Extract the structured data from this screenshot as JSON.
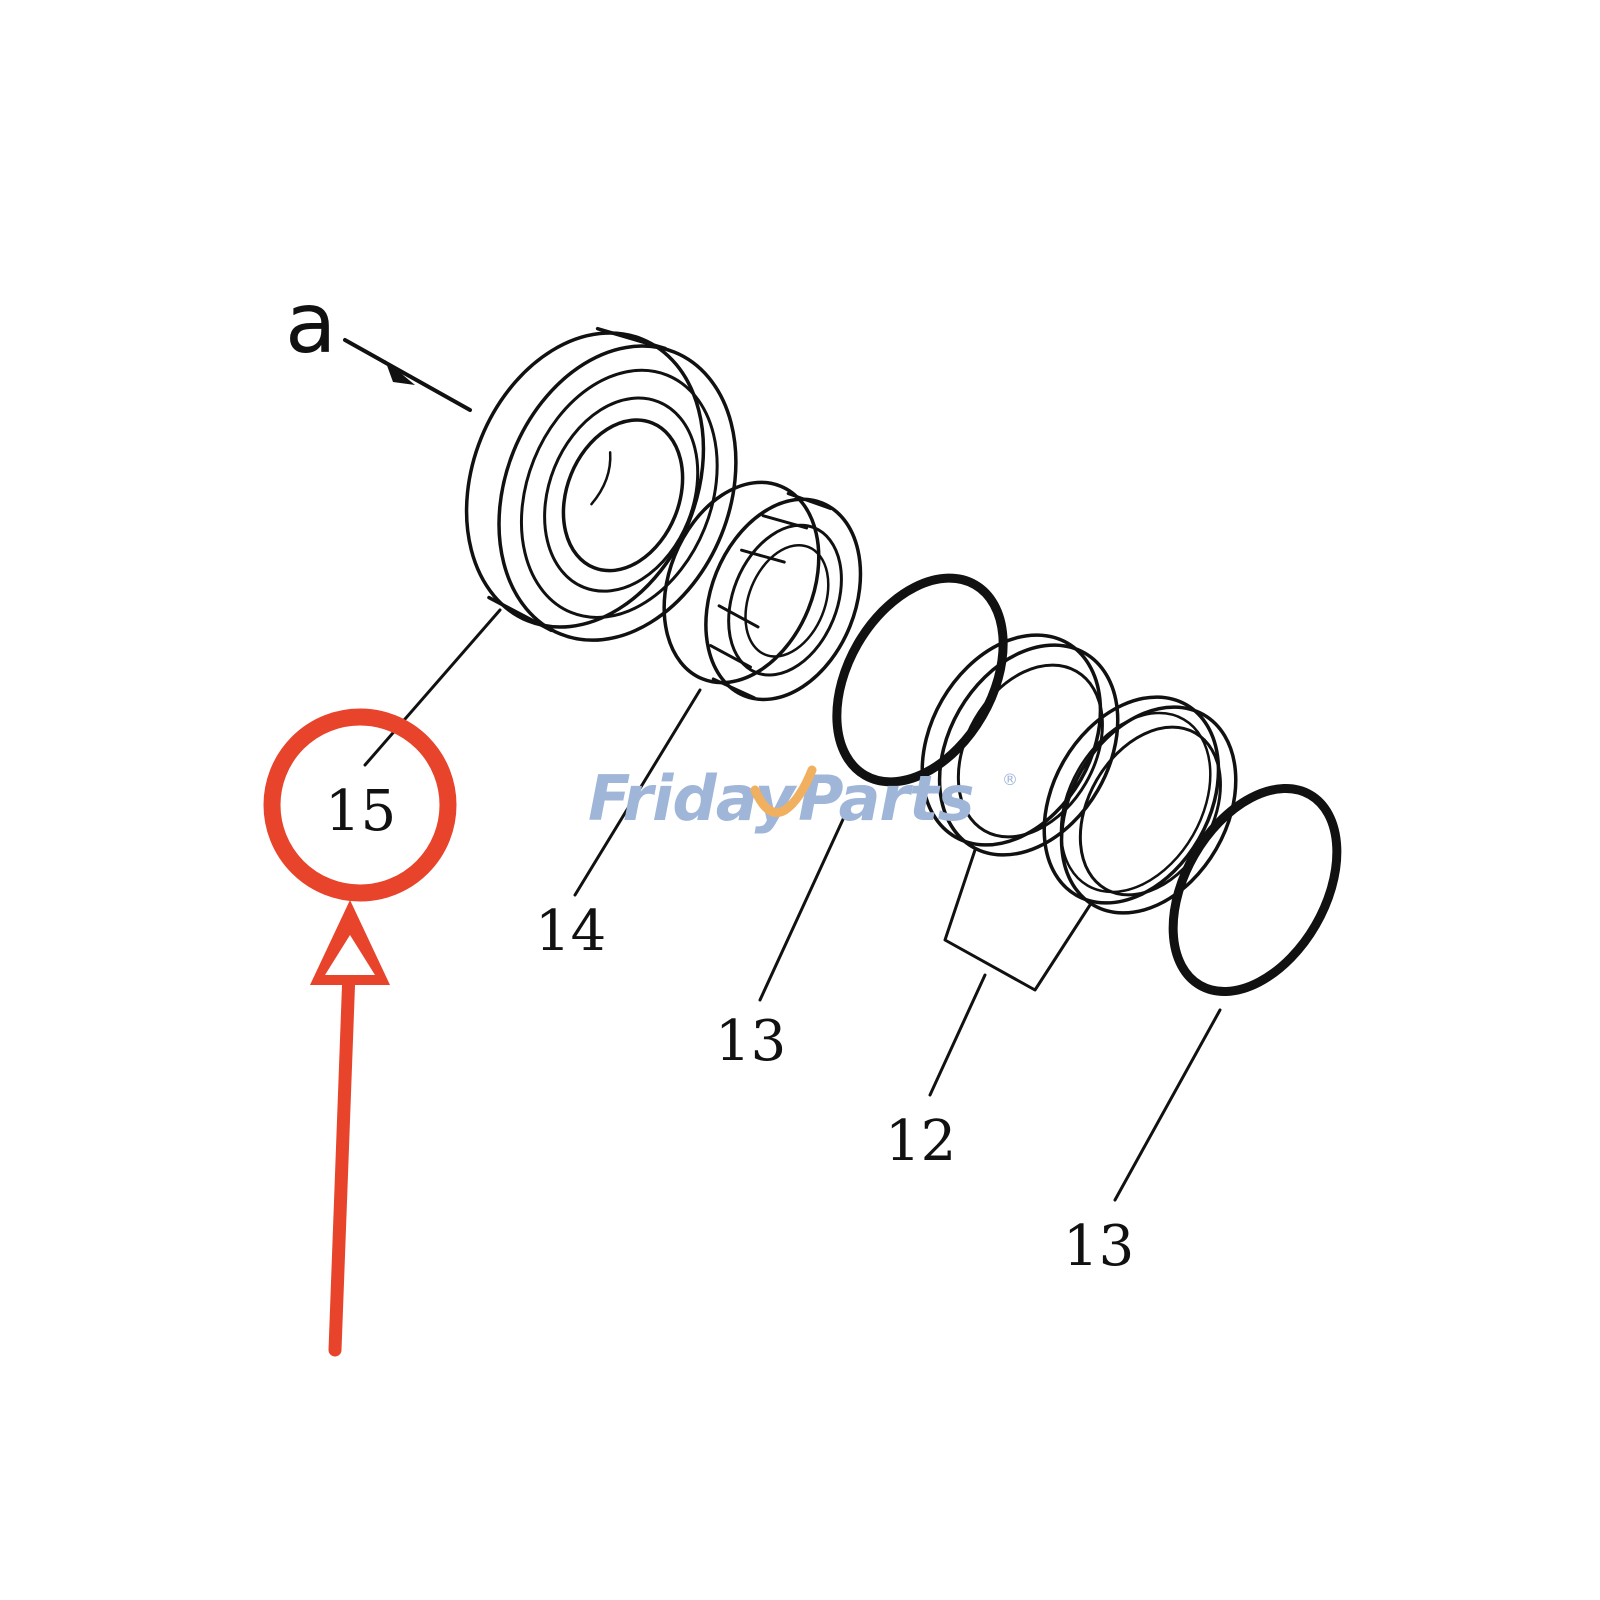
{
  "diagram": {
    "detail_marker": "a",
    "callouts": [
      {
        "id": "15",
        "label": "15",
        "highlighted": true
      },
      {
        "id": "14",
        "label": "14",
        "highlighted": false
      },
      {
        "id": "13a",
        "label": "13",
        "highlighted": false
      },
      {
        "id": "12",
        "label": "12",
        "highlighted": false
      },
      {
        "id": "13b",
        "label": "13",
        "highlighted": false
      }
    ],
    "watermark": {
      "part1": "Friday",
      "part2": "Parts",
      "registered_mark": "®"
    },
    "colors": {
      "highlight": "#e8432b",
      "ink": "#111111",
      "watermark_blue": "#9fb6d8",
      "watermark_orange": "#f0b060"
    }
  }
}
